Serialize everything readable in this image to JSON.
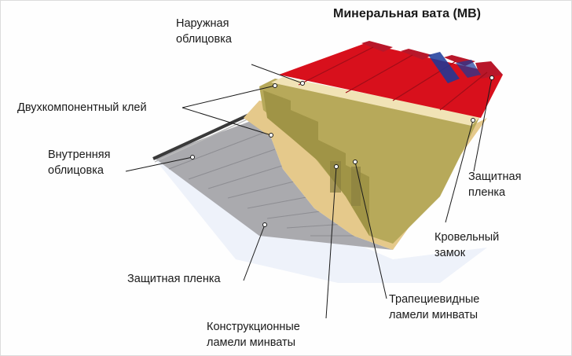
{
  "title": "Минеральная вата (МВ)",
  "labels": {
    "outer_cladding": [
      "Наружная",
      "облицовка"
    ],
    "two_component_glue": "Двухкомпонентный клей",
    "inner_cladding": [
      "Внутренняя",
      "облицовка"
    ],
    "protective_film_bottom": "Защитная пленка",
    "structural_lamellae": [
      "Конструкционные",
      "ламели минваты"
    ],
    "trapezoid_lamellae": [
      "Трапециевидные",
      "ламели минваты"
    ],
    "roof_lock": [
      "Кровельный",
      "замок"
    ],
    "protective_film_right": [
      "Защитная",
      "пленка"
    ]
  },
  "colors": {
    "outer_red": "#d8101c",
    "outer_red_dark": "#a81a26",
    "mineral_wool": "#b9ab5c",
    "mineral_wool_dark": "#8e8440",
    "glue": "#e6c98c",
    "inner_grey": "#a9a9ad",
    "film_blue": "#eef2fa",
    "foam": "#f2e4b8",
    "leader": "#1a1a1a"
  }
}
